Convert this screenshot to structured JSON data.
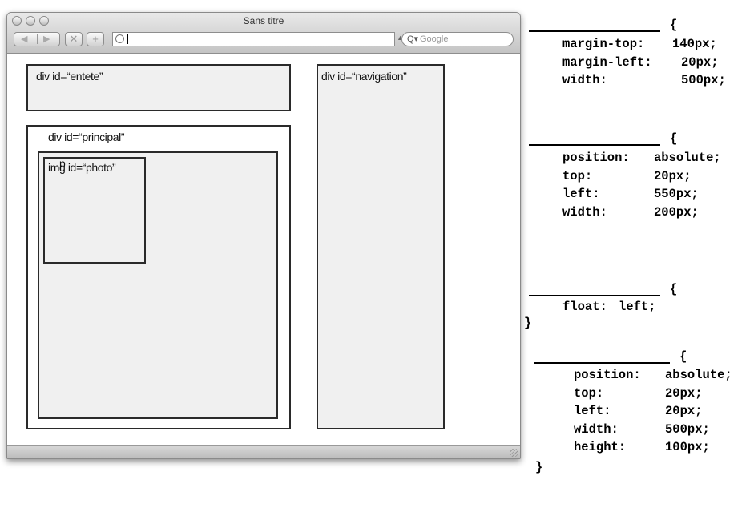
{
  "window": {
    "title": "Sans titre",
    "search_placeholder": "Google"
  },
  "boxes": {
    "entete": "div id=“entete”",
    "principal": "div id=“principal”",
    "photo": "img id=“photo”",
    "paragraph": "p",
    "navigation": "div id=“navigation”"
  },
  "rules": [
    {
      "open": "{",
      "close": "",
      "decls": [
        {
          "prop": "margin-top:",
          "value": "140px;"
        },
        {
          "prop": "margin-left:",
          "value": "20px;"
        },
        {
          "prop": "width:",
          "value": "500px;"
        }
      ]
    },
    {
      "open": "{",
      "close": "",
      "decls": [
        {
          "prop": "position:",
          "value": "absolute;"
        },
        {
          "prop": "top:",
          "value": "20px;"
        },
        {
          "prop": "left:",
          "value": "550px;"
        },
        {
          "prop": "width:",
          "value": "200px;"
        }
      ]
    },
    {
      "open": "{",
      "close": "}",
      "decls": [
        {
          "prop": "float:",
          "value": "left;"
        }
      ]
    },
    {
      "open": "{",
      "close": "}",
      "decls": [
        {
          "prop": "position:",
          "value": "absolute;"
        },
        {
          "prop": "top:",
          "value": "20px;"
        },
        {
          "prop": "left:",
          "value": "20px;"
        },
        {
          "prop": "width:",
          "value": "500px;"
        },
        {
          "prop": "height:",
          "value": "100px;"
        }
      ]
    }
  ]
}
